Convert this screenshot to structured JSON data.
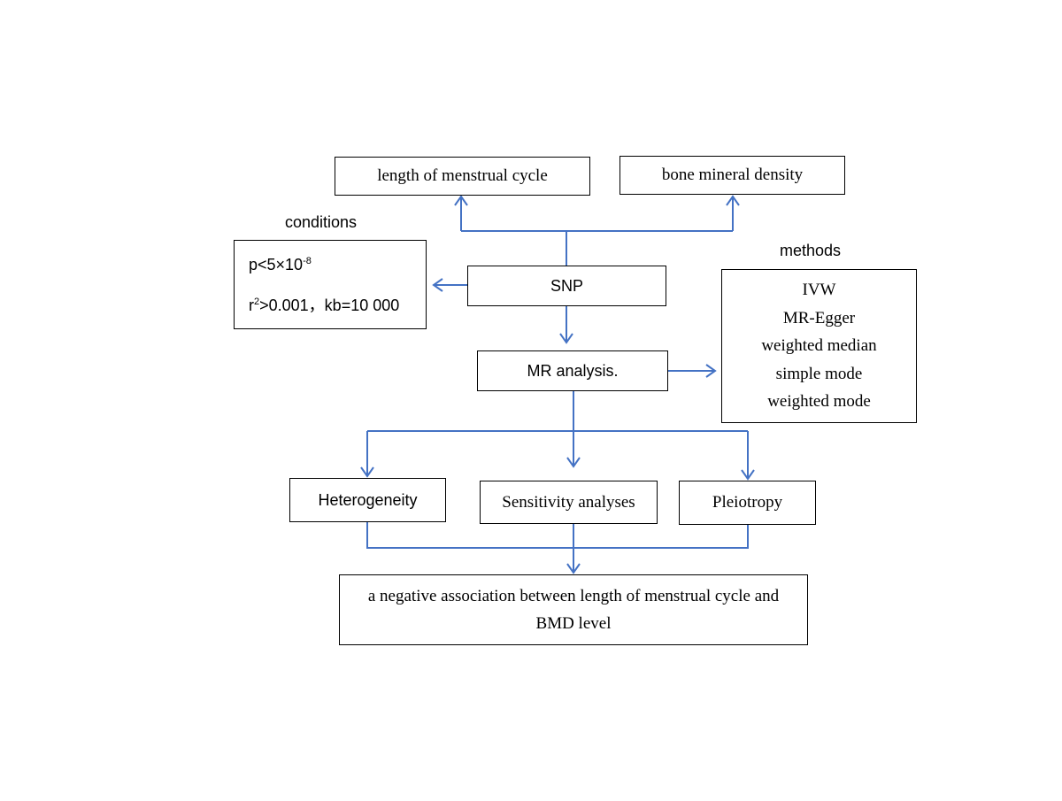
{
  "outcome_box": {
    "text": "length of menstrual cycle"
  },
  "exposure_box": {
    "text": "bone mineral density"
  },
  "conditions": {
    "heading": "conditions",
    "line1_base": "p<5×10",
    "line1_sup": "-8",
    "line2_pre": "r",
    "line2_sup": "2",
    "line2_post": ">0.001，kb=10 000"
  },
  "snp_box": {
    "text": "SNP"
  },
  "mr_box": {
    "text": "MR analysis."
  },
  "methods": {
    "heading": "methods",
    "items": [
      "IVW",
      "MR-Egger",
      "weighted median",
      "simple mode",
      "weighted mode"
    ]
  },
  "heterogeneity_box": {
    "text": "Heterogeneity"
  },
  "sensitivity_box": {
    "text": "Sensitivity analyses"
  },
  "pleiotropy_box": {
    "text": "Pleiotropy"
  },
  "conclusion_box": {
    "line1": "a negative association between length of menstrual cycle and",
    "line2": "BMD level"
  },
  "colors": {
    "connector": "#4472c4",
    "border": "#000000"
  }
}
